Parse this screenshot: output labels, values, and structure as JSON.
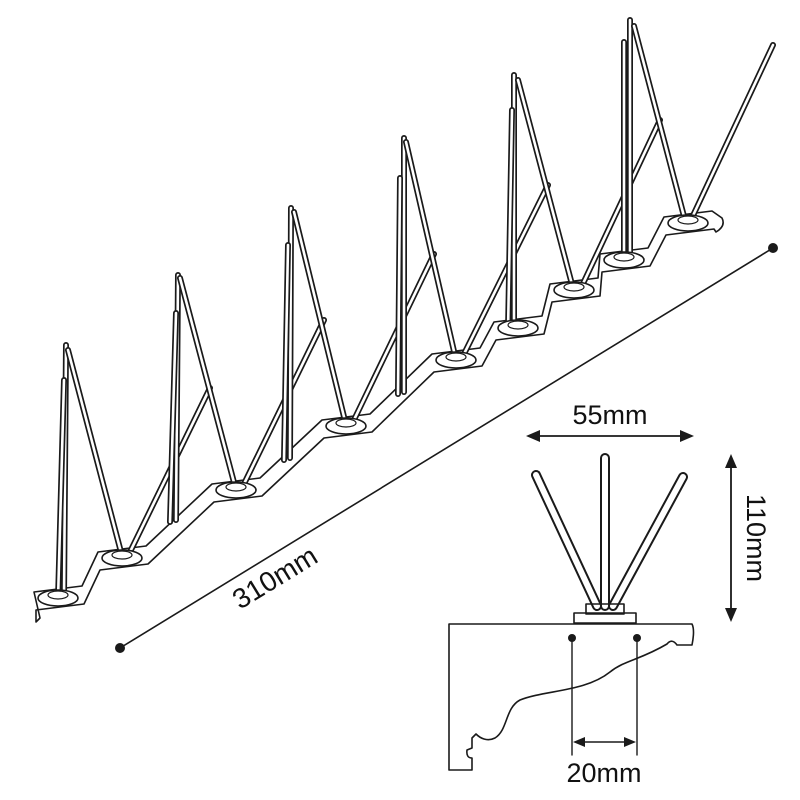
{
  "labels": {
    "length": "310mm",
    "width": "55mm",
    "height": "110mm",
    "base": "20mm"
  },
  "colors": {
    "ink": "#1a1a1a",
    "background": "#ffffff"
  }
}
